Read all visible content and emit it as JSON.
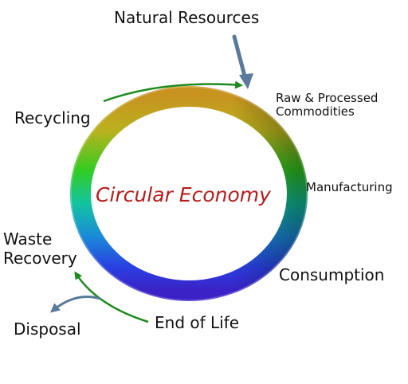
{
  "title": "Circular Economy",
  "stages": {
    "natural_resources": "Natural Resources",
    "raw_processed": "Raw & Processed\nCommodities",
    "manufacturing": "Manufacturing",
    "consumption": "Consumption",
    "end_of_life": "End of Life",
    "waste_recovery": "Waste\nRecovery",
    "disposal": "Disposal",
    "recycling": "Recycling"
  },
  "colors": {
    "title": "#b81c1c",
    "green_arrow": "#1e8a1e",
    "blue_arrow": "#5a7a9c"
  }
}
